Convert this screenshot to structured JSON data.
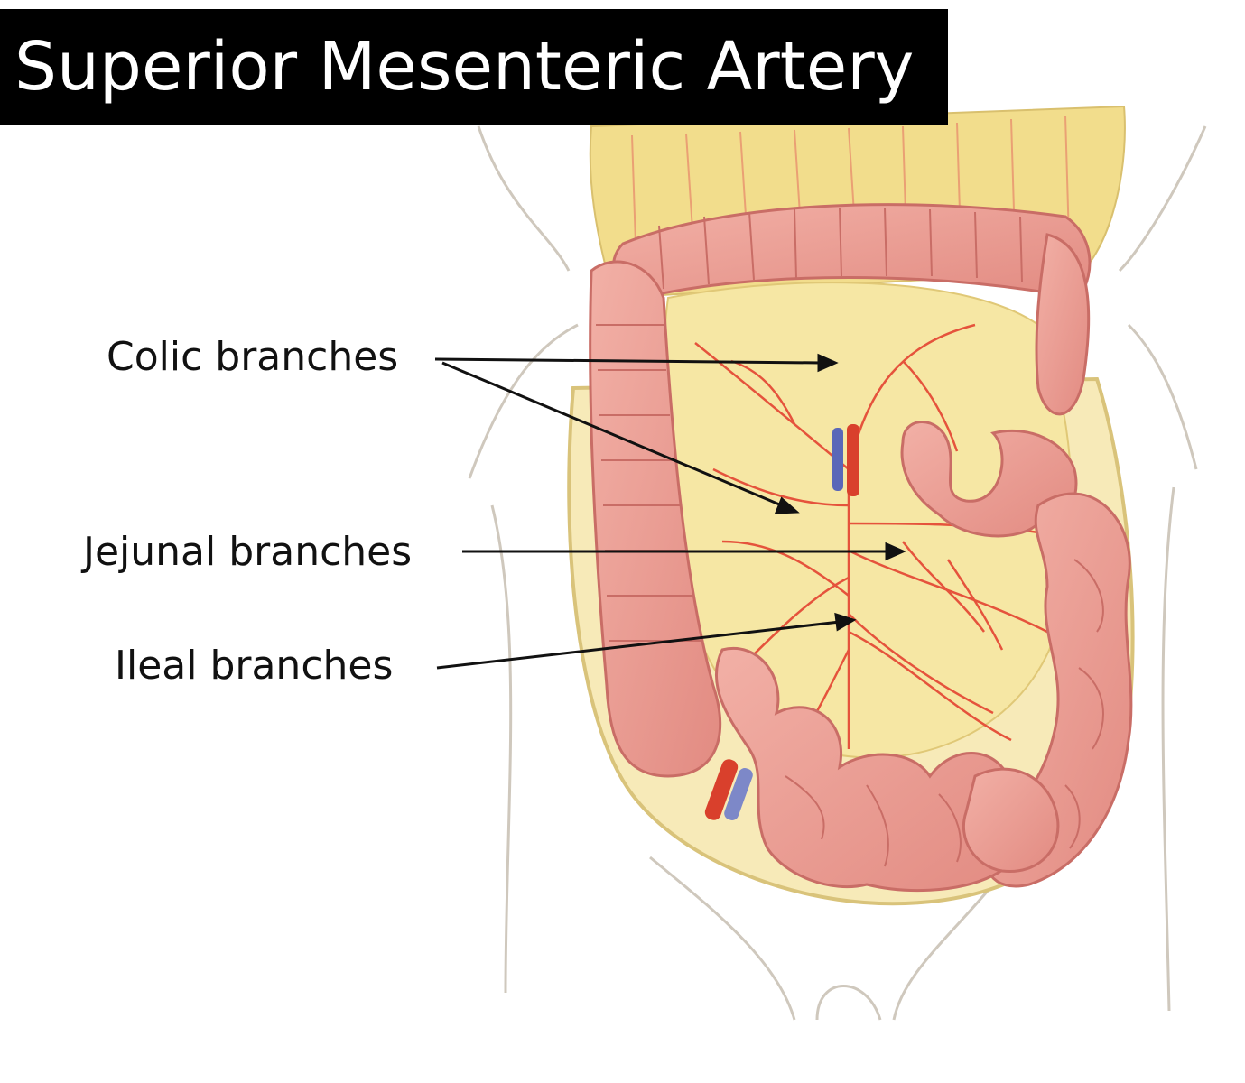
{
  "title": "Superior Mesenteric Artery",
  "labels": {
    "colic": "Colic branches",
    "jejunal": "Jejunal branches",
    "ileal": "Ileal branches"
  },
  "colors": {
    "mesentery": "#f4e39a",
    "intestine": "#e99a90",
    "intestine_dark": "#c96d66",
    "artery": "#e5533c",
    "vein": "#5a67b8",
    "outline": "#cfc8bd"
  }
}
